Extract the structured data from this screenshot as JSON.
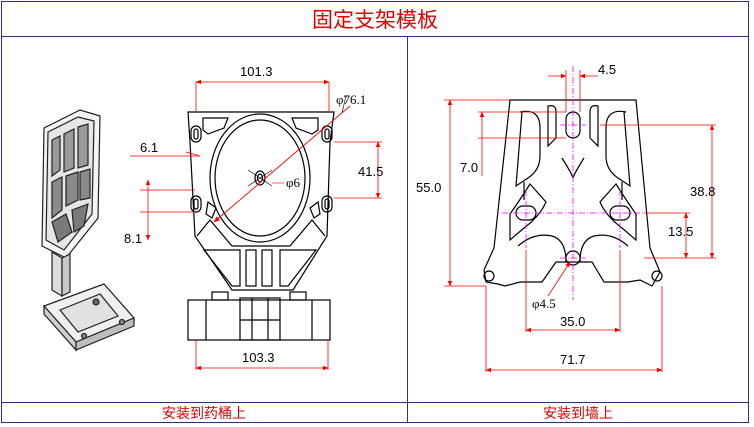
{
  "title": "固定支架模板",
  "captions": {
    "left": "安装到药桶上",
    "right": "安装到墙上"
  },
  "left_view": {
    "dims": {
      "top_width": "101.3",
      "circle_diameter": "φ76.1",
      "left_offset": "6.1",
      "hole_spacing": "41.5",
      "center_hole": "φ6",
      "bottom_offset": "8.1",
      "bottom_width": "103.3"
    }
  },
  "right_view": {
    "dims": {
      "slot_width": "4.5",
      "total_height": "55.0",
      "slot_offset": "7.0",
      "right_height": "38.8",
      "lower_height": "13.5",
      "hole_diameter": "φ4.5",
      "hole_spacing": "35.0",
      "total_width": "71.7"
    }
  },
  "colors": {
    "title": "#e00000",
    "frame": "#2f2f8f",
    "centerline": "#ff00ff",
    "dim_line": "#ff0000"
  }
}
